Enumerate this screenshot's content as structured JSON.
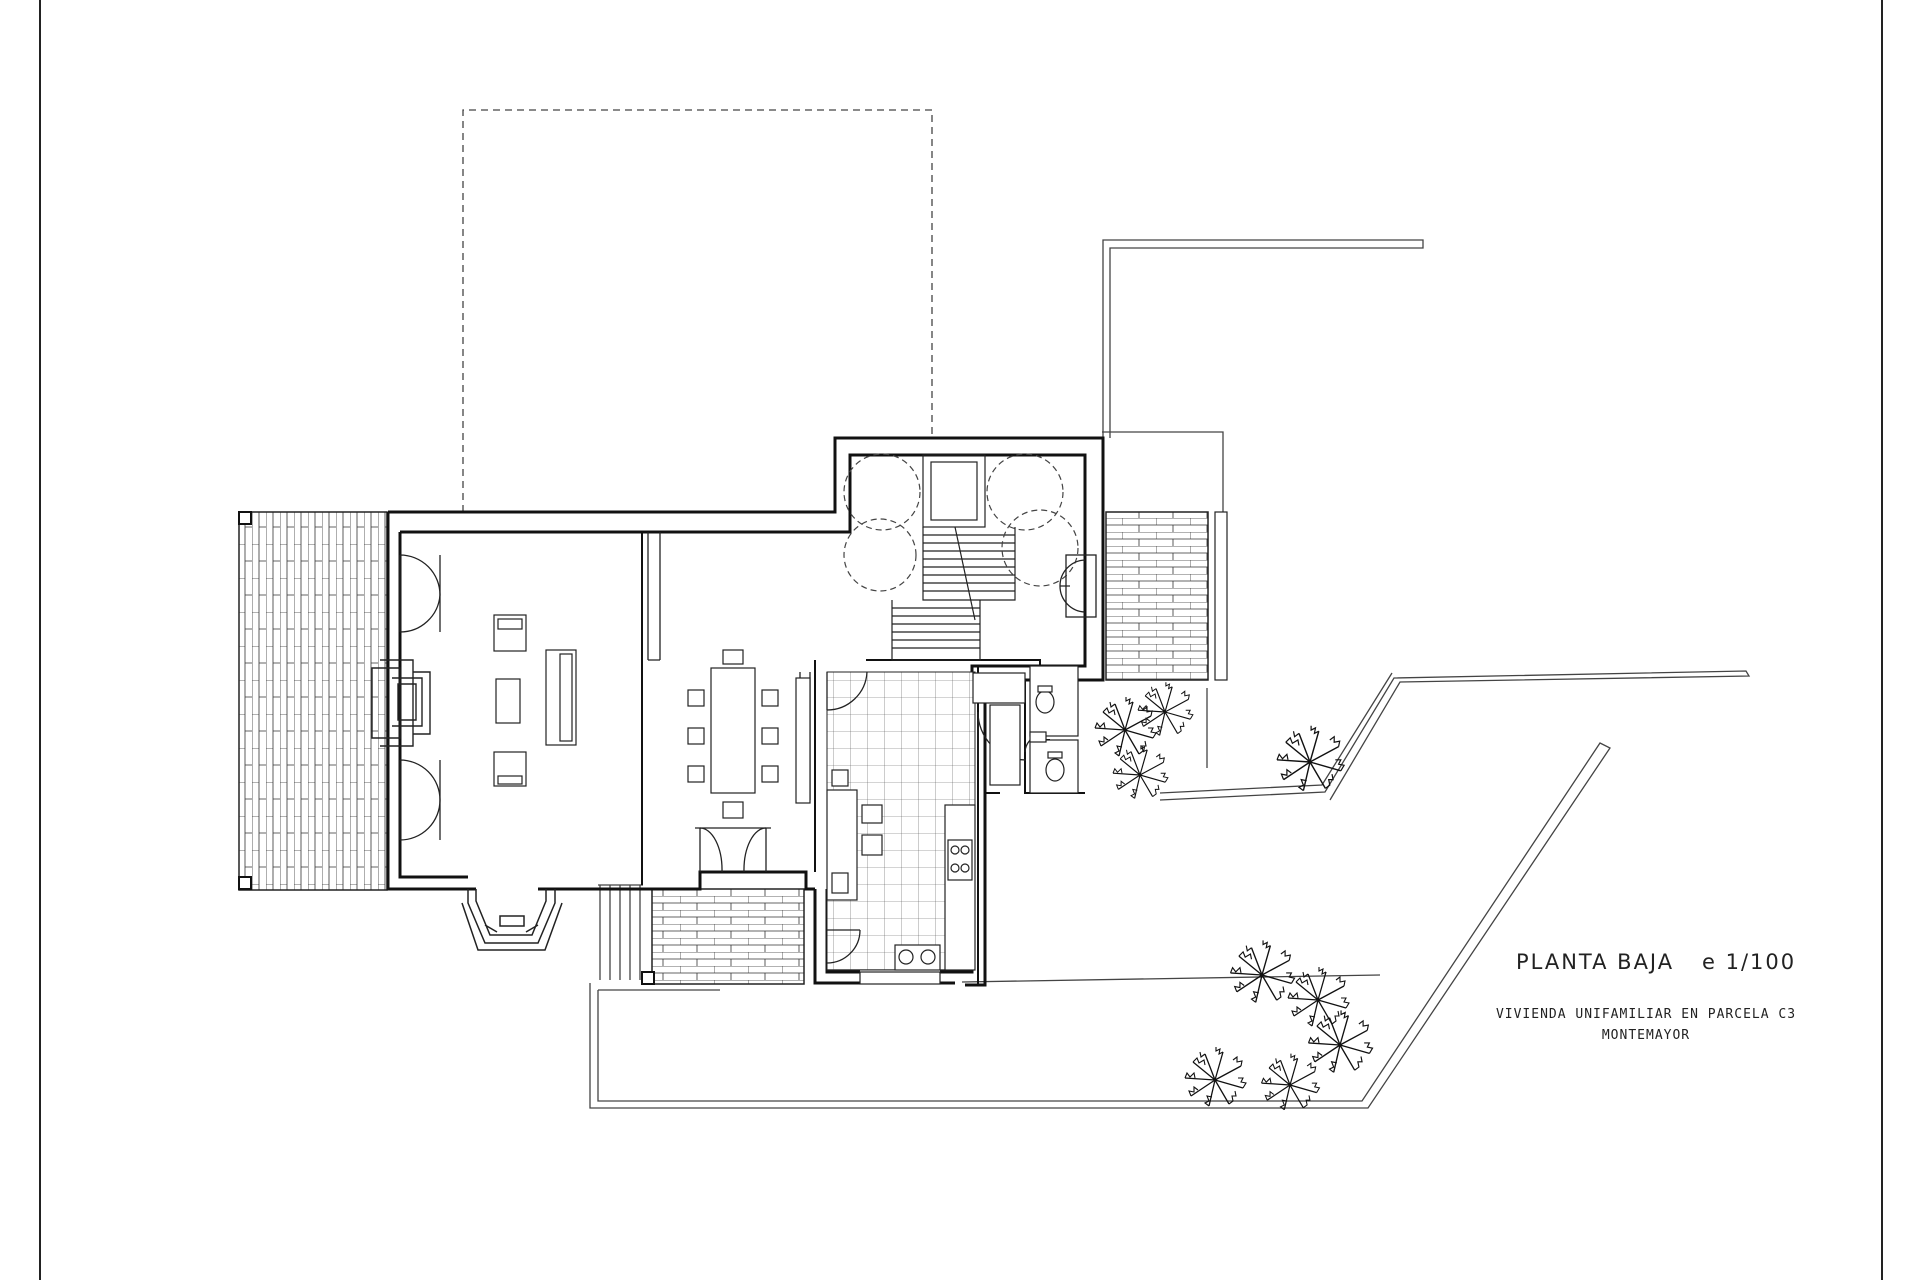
{
  "drawing": {
    "title": "PLANTA BAJA",
    "scale": "e 1/100",
    "project": "VIVIENDA UNIFAMILIAR EN PARCELA C3",
    "location": "MONTEMAYOR"
  },
  "colors": {
    "line": "#222222",
    "paper": "#ffffff"
  }
}
